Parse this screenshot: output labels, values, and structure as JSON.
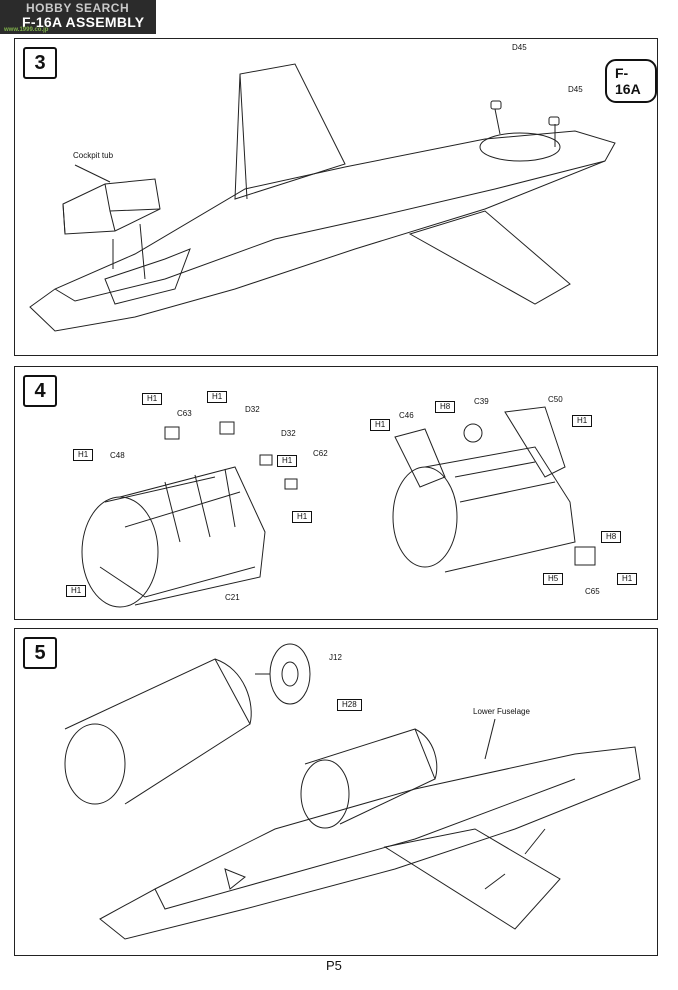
{
  "header": {
    "title": "F-16A ASSEMBLY",
    "watermark": "HOBBY SEARCH",
    "watermark_sub": "www.1999.co.jp"
  },
  "page_number": "P5",
  "step3": {
    "number": "3",
    "version_tag": "F-16A",
    "labels": {
      "cockpit_tub": "Cockpit tub",
      "d45_a": "D45",
      "d45_b": "D45"
    }
  },
  "step4": {
    "number": "4",
    "labels": {
      "h1_a": "H1",
      "c63": "C63",
      "h1_b": "H1",
      "d32_a": "D32",
      "d32_b": "D32",
      "h1_c": "H1",
      "c62": "C62",
      "h1_d": "H1",
      "h1_e": "H1",
      "c48": "C48",
      "h1_f": "H1",
      "c21": "C21",
      "h1_g": "H1",
      "c46": "C46",
      "h8_a": "H8",
      "c39": "C39",
      "c50": "C50",
      "h1_h": "H1",
      "h8_b": "H8",
      "h5": "H5",
      "h1_i": "H1",
      "c65": "C65"
    }
  },
  "step5": {
    "number": "5",
    "labels": {
      "j12": "J12",
      "h28": "H28",
      "lower_fuselage": "Lower Fuselage"
    }
  }
}
